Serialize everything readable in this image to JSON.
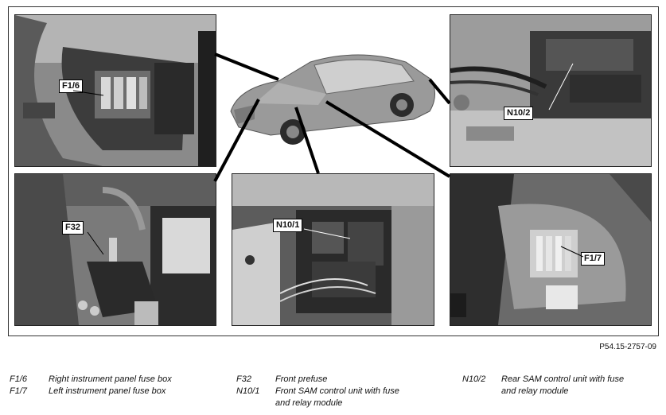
{
  "figure": {
    "reference": "P54.15-2757-09",
    "callouts": {
      "f1_6": "F1/6",
      "n10_2": "N10/2",
      "f32": "F32",
      "n10_1": "N10/1",
      "f1_7": "F1/7"
    }
  },
  "legend": [
    {
      "code": "F1/6",
      "desc": "Right instrument panel fuse box"
    },
    {
      "code": "F1/7",
      "desc": "Left instrument panel fuse box"
    },
    {
      "code": "F32",
      "desc": "Front prefuse"
    },
    {
      "code": "N10/1",
      "desc_line1": "Front SAM control unit with fuse",
      "desc_line2": "and relay module"
    },
    {
      "code": "N10/2",
      "desc_line1": "Rear SAM control unit with fuse",
      "desc_line2": "and relay module"
    }
  ]
}
